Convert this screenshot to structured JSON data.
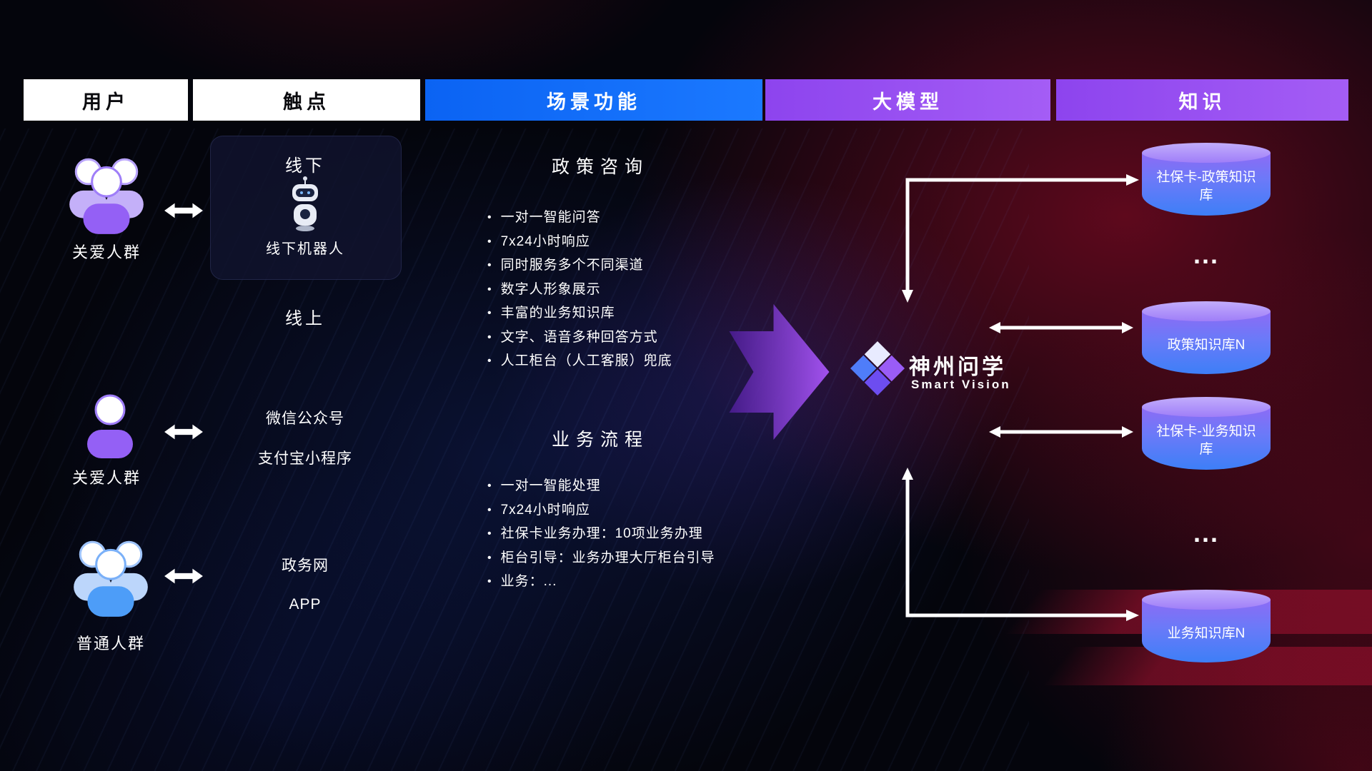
{
  "headers": [
    {
      "label": "用户"
    },
    {
      "label": "触点"
    },
    {
      "label": "场景功能"
    },
    {
      "label": "大模型"
    },
    {
      "label": "知识"
    }
  ],
  "users": [
    {
      "label": "关爱人群"
    },
    {
      "label": "关爱人群"
    },
    {
      "label": "普通人群"
    }
  ],
  "touchpoints": {
    "offline_title": "线下",
    "robot_label": "线下机器人",
    "online_title": "线上",
    "online_items": [
      "微信公众号",
      "支付宝小程序",
      "政务网",
      "APP"
    ]
  },
  "scenes": [
    {
      "title": "政策咨询",
      "items": [
        "一对一智能问答",
        "7x24小时响应",
        "同时服务多个不同渠道",
        "数字人形象展示",
        "丰富的业务知识库",
        "文字、语音多种回答方式",
        "人工柜台（人工客服）兜底"
      ]
    },
    {
      "title": "业务流程",
      "items": [
        "一对一智能处理",
        "7x24小时响应",
        "社保卡业务办理：10项业务办理",
        "柜台引导：业务办理大厅柜台引导",
        "业务：..."
      ]
    }
  ],
  "model": {
    "name": "神州问学",
    "subtitle": "Smart Vision"
  },
  "knowledge": {
    "databases": [
      {
        "label": "社保卡-政策知识库"
      },
      {
        "label": "政策知识库N"
      },
      {
        "label": "社保卡-业务知识库"
      },
      {
        "label": "业务知识库N"
      }
    ],
    "ellipsis": "..."
  },
  "colors": {
    "header_blue": "#0f6ef5",
    "header_purple": "#9a50f0",
    "cylinder_top": "#b9a4fb",
    "cylinder_bottom": "#3d7ff7",
    "arrow_purple": "#8b5cf6",
    "red_glow": "#8c0a23",
    "white": "#ffffff"
  }
}
